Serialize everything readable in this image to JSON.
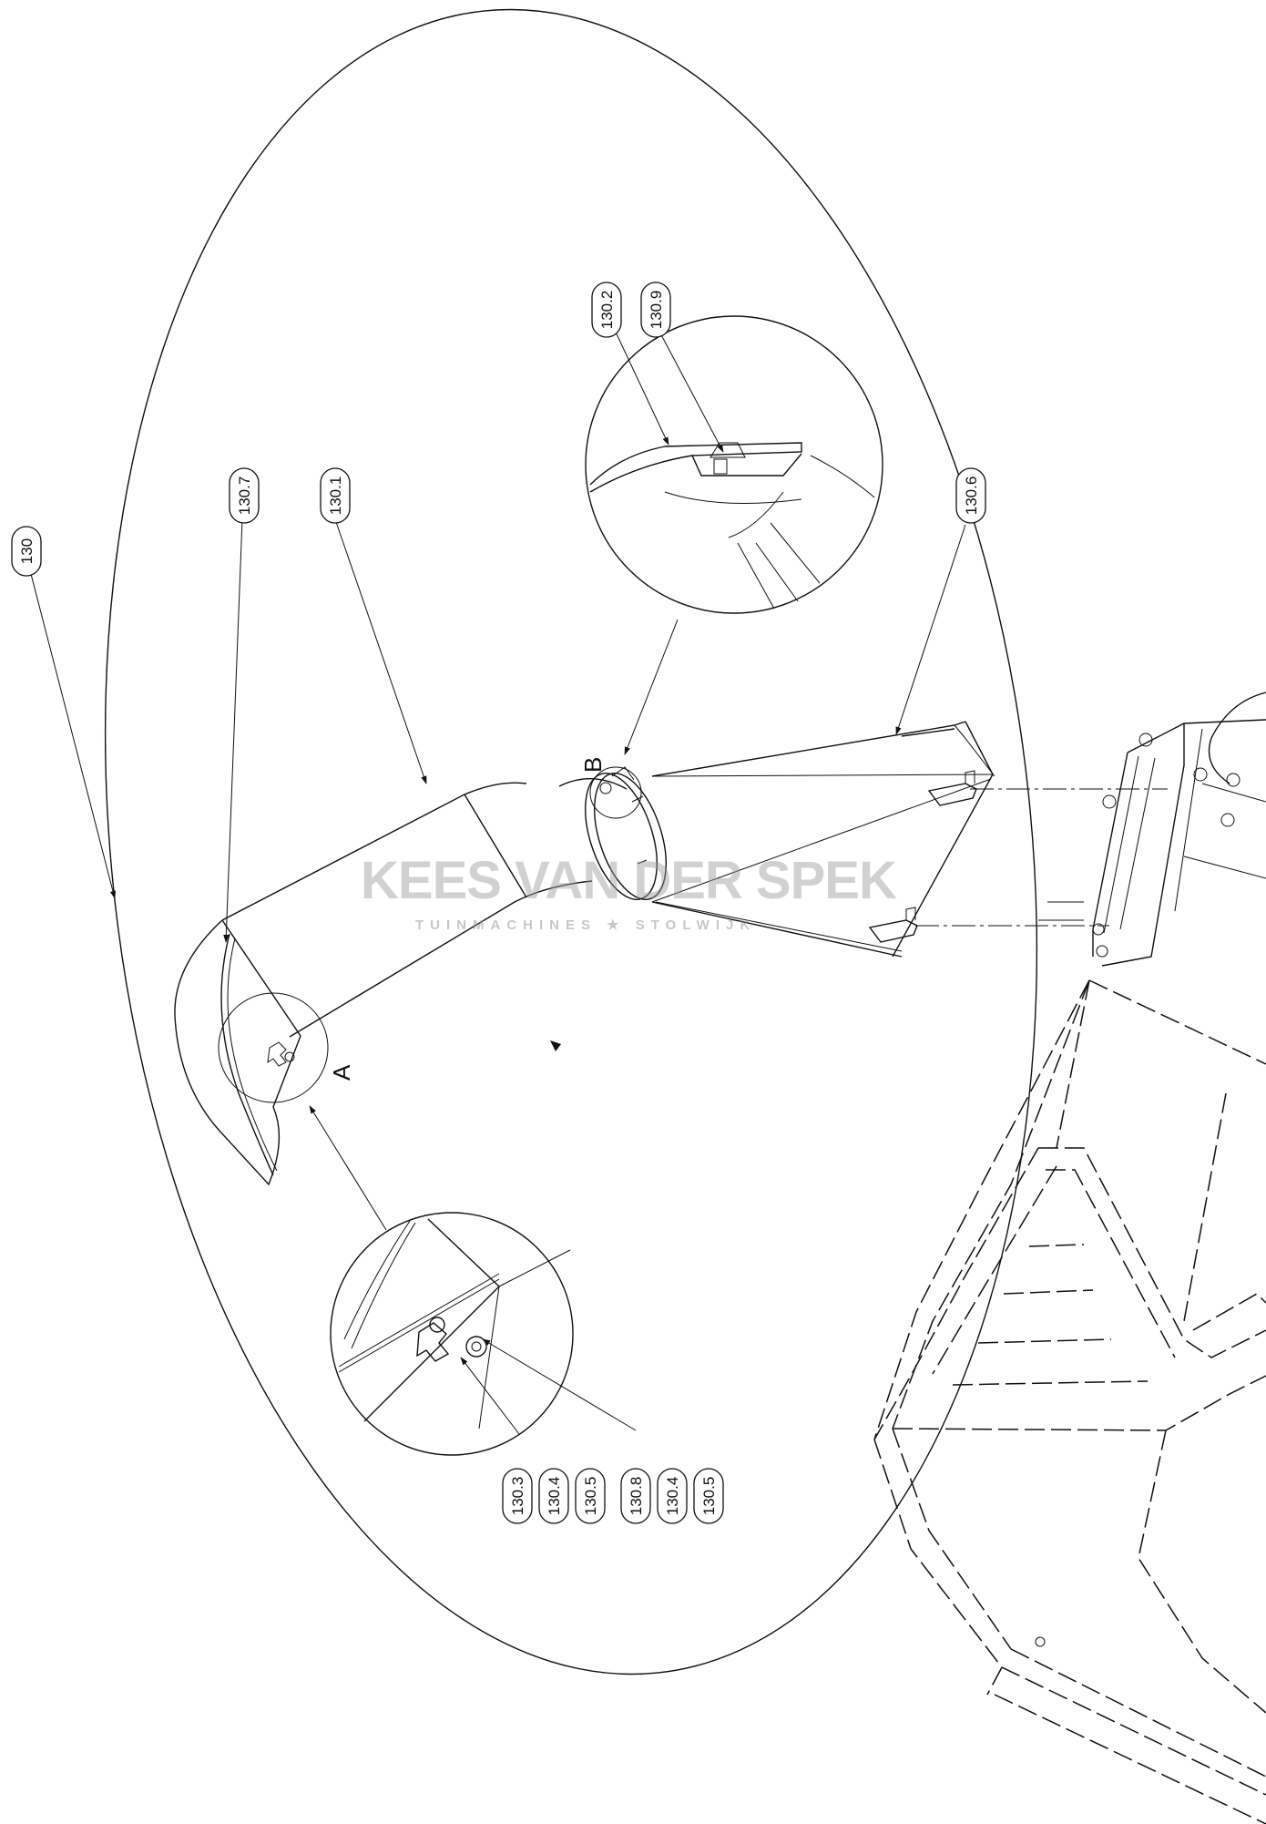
{
  "watermark": {
    "main": "KEES VAN DER SPEK",
    "sub": "TUINMACHINES ★ STOLWIJK"
  },
  "view_labels": {
    "a": "A",
    "b": "B"
  },
  "callouts": {
    "c130": "130",
    "c130_1": "130.1",
    "c130_2": "130.2",
    "c130_3": "130.3",
    "c130_4a": "130.4",
    "c130_5a": "130.5",
    "c130_6": "130.6",
    "c130_7": "130.7",
    "c130_8": "130.8",
    "c130_4b": "130.4",
    "c130_5b": "130.5",
    "c130_9": "130.9"
  }
}
